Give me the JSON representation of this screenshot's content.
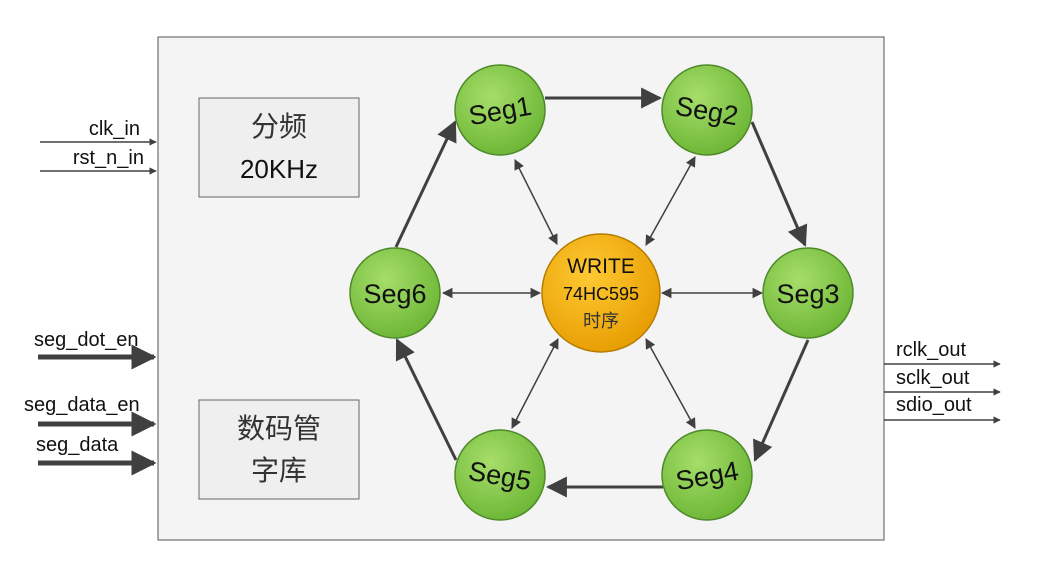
{
  "inputs": {
    "clk_in": "clk_in",
    "rst_n_in": "rst_n_in",
    "seg_dot_en": "seg_dot_en",
    "seg_data_en": "seg_data_en",
    "seg_data": "seg_data"
  },
  "outputs": {
    "rclk_out": "rclk_out",
    "sclk_out": "sclk_out",
    "sdio_out": "sdio_out"
  },
  "blocks": {
    "divider_line1": "分频",
    "divider_line2": "20KHz",
    "font_lib_line1": "数码管",
    "font_lib_line2": "字库"
  },
  "center": {
    "line1": "WRITE",
    "line2": "74HC595",
    "line3": "时序"
  },
  "segments": [
    "Seg1",
    "Seg2",
    "Seg3",
    "Seg4",
    "Seg5",
    "Seg6"
  ],
  "colors": {
    "segment_fill": "#7cc442",
    "segment_stroke": "#4e8a2a",
    "center_fill": "#f2a900",
    "center_stroke": "#b57d00",
    "module_fill": "#f4f4f4",
    "module_stroke": "#555555",
    "arrow": "#404040"
  }
}
